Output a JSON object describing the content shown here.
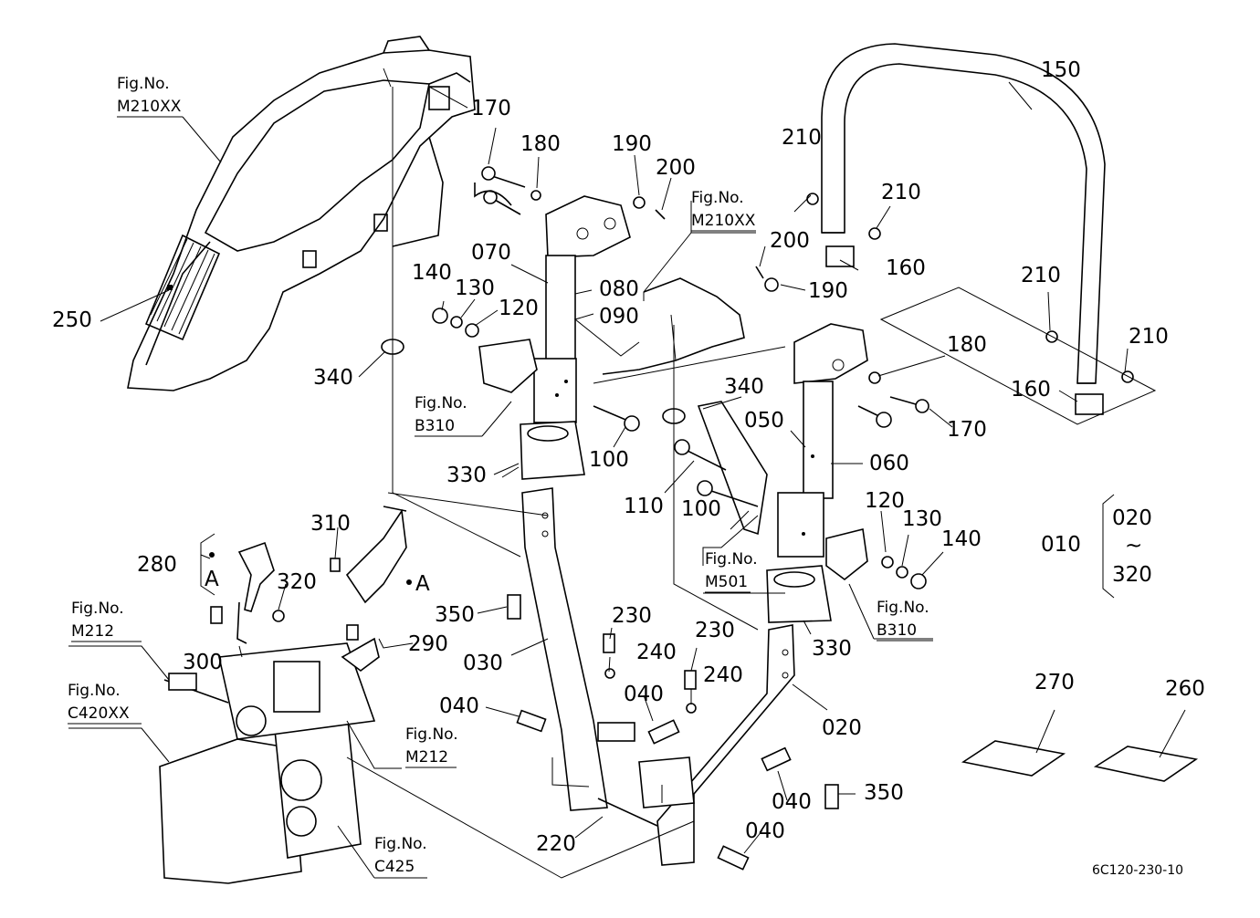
{
  "part_numbers": {
    "p010": "010",
    "p020": "020",
    "p020b": "020",
    "p030": "030",
    "p040a": "040",
    "p040b": "040",
    "p040c": "040",
    "p040d": "040",
    "p050": "050",
    "p060": "060",
    "p070": "070",
    "p080": "080",
    "p090": "090",
    "p100a": "100",
    "p100b": "100",
    "p110": "110",
    "p120a": "120",
    "p120b": "120",
    "p130a": "130",
    "p130b": "130",
    "p140a": "140",
    "p140b": "140",
    "p150": "150",
    "p160a": "160",
    "p160b": "160",
    "p170a": "170",
    "p170b": "170",
    "p180a": "180",
    "p180b": "180",
    "p190a": "190",
    "p190b": "190",
    "p200a": "200",
    "p200b": "200",
    "p210a": "210",
    "p210b": "210",
    "p210c": "210",
    "p210d": "210",
    "p220": "220",
    "p230a": "230",
    "p230b": "230",
    "p240a": "240",
    "p240b": "240",
    "p250": "250",
    "p260": "260",
    "p270": "270",
    "p280": "280",
    "p290": "290",
    "p300": "300",
    "p310": "310",
    "p320": "320",
    "p320b": "320",
    "p330a": "330",
    "p330b": "330",
    "p340a": "340",
    "p340b": "340",
    "p350a": "350",
    "p350b": "350"
  },
  "fig_refs": {
    "label": "Fig.No.",
    "m210_left": "M210XX",
    "m210_mid": "M210XX",
    "b310_left": "B310",
    "b310_right": "B310",
    "m501": "M501",
    "m212_left": "M212",
    "m212_right": "M212",
    "c420": "C420XX",
    "c425": "C425"
  },
  "markers": {
    "a1": "A",
    "a2": "A",
    "tilde": "~"
  },
  "drawing_code": "6C120-230-10"
}
